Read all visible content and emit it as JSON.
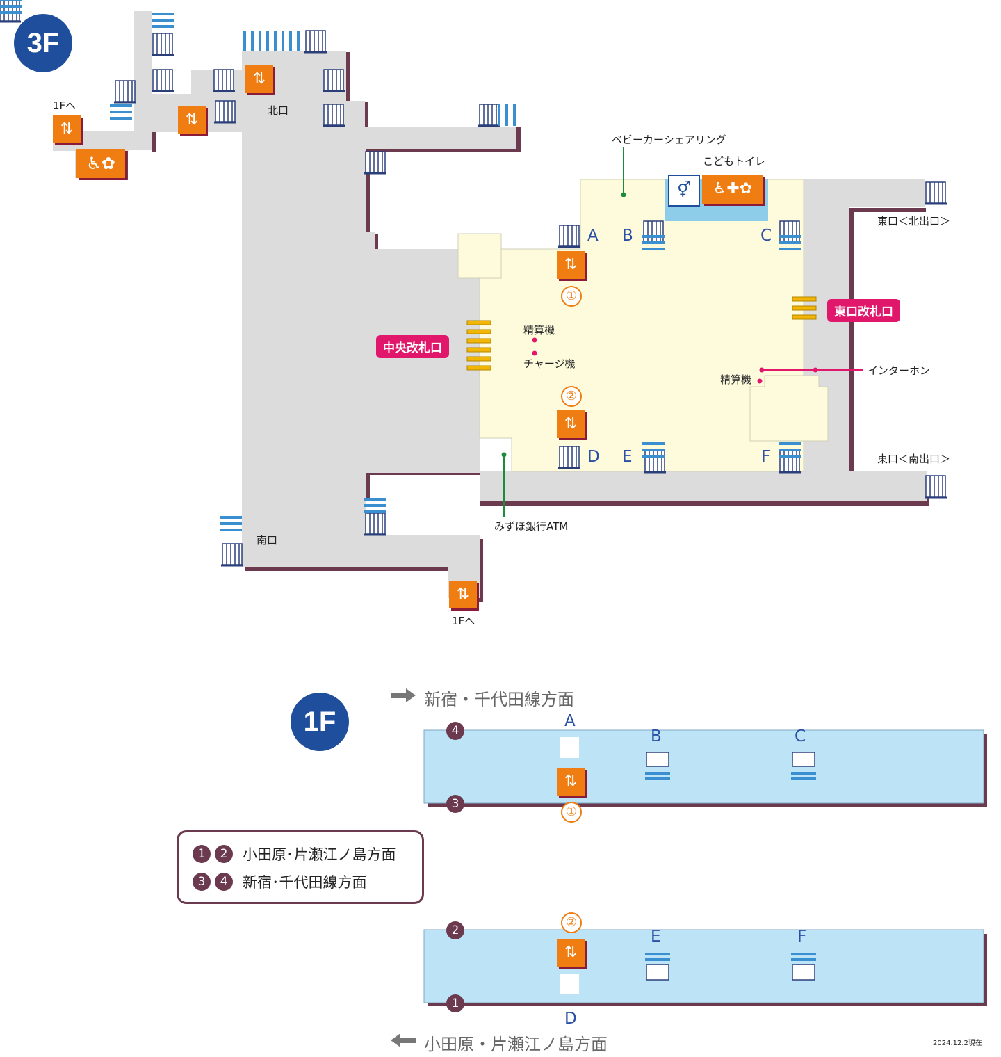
{
  "floor_3f": {
    "badge": "3F",
    "labels": {
      "to_1f_left": "1Fへ",
      "north_exit": "北口",
      "south_exit": "南口",
      "to_1f_bottom": "1Fへ",
      "stroller": "ベビーカーシェアリング",
      "kids_toilet": "こどもトイレ",
      "east_north_exit": "東口＜北出口＞",
      "east_south_exit": "東口＜南出口＞",
      "fare_adjust_1": "精算機",
      "charge_machine": "チャージ機",
      "fare_adjust_2": "精算機",
      "intercom": "インターホン",
      "atm": "みずほ銀行ATM"
    },
    "gates": {
      "central": "中央改札口",
      "east": "東口改札口"
    },
    "doors": [
      "A",
      "B",
      "C",
      "D",
      "E",
      "F"
    ],
    "elevator_nums": [
      "①",
      "②"
    ]
  },
  "floor_1f": {
    "badge": "1F",
    "direction_top": "新宿・千代田線方面",
    "direction_bottom": "小田原・片瀬江ノ島方面",
    "platform_top_doors": [
      "A",
      "B",
      "C"
    ],
    "platform_bottom_doors": [
      "D",
      "E",
      "F"
    ],
    "track_nums": [
      "4",
      "3",
      "2",
      "1"
    ],
    "elevator_nums": [
      "①",
      "②"
    ],
    "legend": [
      {
        "tracks": [
          "1",
          "2"
        ],
        "text": "小田原･片瀬江ノ島方面"
      },
      {
        "tracks": [
          "3",
          "4"
        ],
        "text": "新宿･千代田線方面"
      }
    ]
  },
  "date": "2024.12.2現在",
  "colors": {
    "concourse": "#dcdcdc",
    "paid_area": "#fdfbdc",
    "platform": "#bde3f7",
    "wall": "#6b3a4f",
    "gate_pink": "#e0176b",
    "elevator_orange": "#ef7d12",
    "floor_badge": "#1f4f9c",
    "door_blue": "#2b4fa6"
  },
  "icons": [
    "elevator-icon",
    "wheelchair-icon",
    "baby-icon",
    "toilet-icon",
    "escalator-icon",
    "stairs-icon",
    "ticket-gate-icon"
  ]
}
